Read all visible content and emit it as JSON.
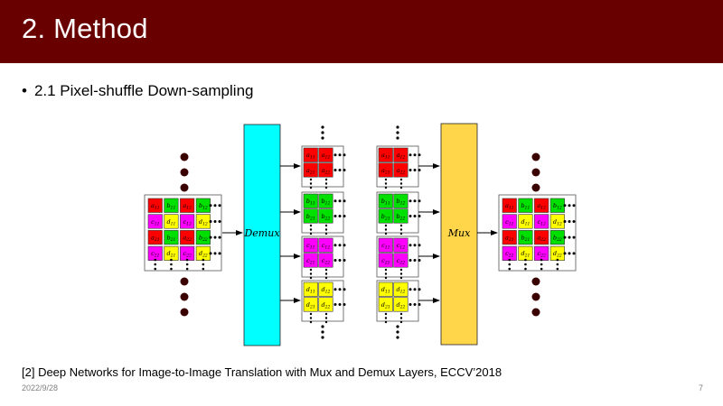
{
  "slide": {
    "title": "2. Method",
    "bullet": "2.1 Pixel-shuffle Down-sampling",
    "reference": "[2] Deep Networks for Image-to-Image Translation with Mux and Demux Layers, ECCV’2018",
    "date": "2022/9/28",
    "page_number": "7"
  },
  "diagram": {
    "demux_label": "Demux",
    "mux_label": "Mux",
    "colors": {
      "a": "#ff0000",
      "b": "#00e000",
      "c": "#ff00ff",
      "d": "#ffff00",
      "demux_block": "#00ffff",
      "mux_block": "#ffd54a"
    },
    "input_grid": [
      [
        {
          "t": "a",
          "label": "a11"
        },
        {
          "t": "b",
          "label": "b11"
        },
        {
          "t": "a",
          "label": "a12"
        },
        {
          "t": "b",
          "label": "b12"
        }
      ],
      [
        {
          "t": "c",
          "label": "c11"
        },
        {
          "t": "d",
          "label": "d11"
        },
        {
          "t": "c",
          "label": "c12"
        },
        {
          "t": "d",
          "label": "d12"
        }
      ],
      [
        {
          "t": "a",
          "label": "a21"
        },
        {
          "t": "b",
          "label": "b21"
        },
        {
          "t": "a",
          "label": "a22"
        },
        {
          "t": "b",
          "label": "b22"
        }
      ],
      [
        {
          "t": "c",
          "label": "c21"
        },
        {
          "t": "d",
          "label": "d21"
        },
        {
          "t": "c",
          "label": "c22"
        },
        {
          "t": "d",
          "label": "d22"
        }
      ]
    ],
    "sub_images": [
      {
        "t": "a",
        "labels": [
          "a11",
          "a12",
          "a21",
          "a22"
        ]
      },
      {
        "t": "b",
        "labels": [
          "b11",
          "b12",
          "b21",
          "b22"
        ]
      },
      {
        "t": "c",
        "labels": [
          "c11",
          "c12",
          "c21",
          "c22"
        ]
      },
      {
        "t": "d",
        "labels": [
          "d11",
          "d12",
          "d21",
          "d22"
        ]
      }
    ]
  }
}
